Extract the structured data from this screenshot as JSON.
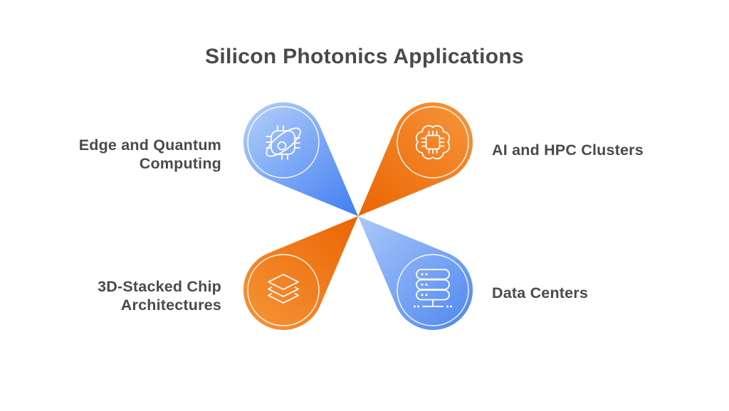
{
  "title": "Silicon Photonics Applications",
  "colors": {
    "background": "#ffffff",
    "text": "#4a4a4a",
    "blue_light": "#aac8f9",
    "blue_mid": "#5087f0",
    "blue_dark": "#3f7df2",
    "orange_light": "#f59135",
    "orange_dark": "#eb6502",
    "icon_stroke": "#ffffff"
  },
  "petals": [
    {
      "label": "Edge and Quantum Computing",
      "color": "blue",
      "position": "top-left",
      "icon": "quantum-chip-icon"
    },
    {
      "label": "AI and HPC Clusters",
      "color": "orange",
      "position": "top-right",
      "icon": "ai-brain-chip-icon"
    },
    {
      "label": "3D-Stacked Chip Architectures",
      "color": "orange",
      "position": "bottom-left",
      "icon": "layers-icon"
    },
    {
      "label": "Data Centers",
      "color": "blue",
      "position": "bottom-right",
      "icon": "server-rack-icon"
    }
  ]
}
